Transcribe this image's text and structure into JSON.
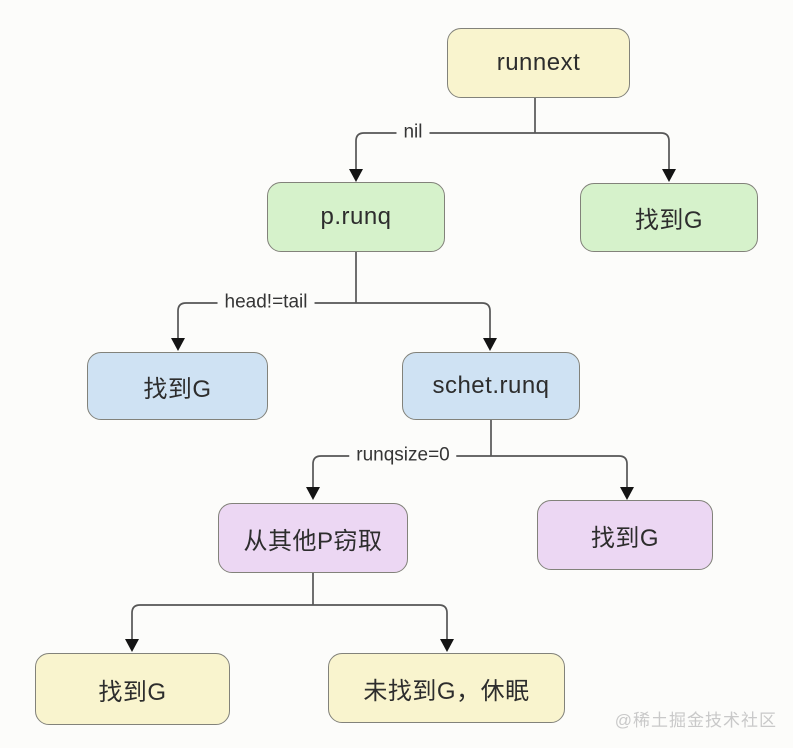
{
  "diagram": {
    "type": "flowchart",
    "palette": {
      "yellow": "#f9f4ce",
      "green": "#d6f2cb",
      "blue": "#cfe2f3",
      "purple": "#ecd7f3",
      "border": "#82827a",
      "line": "#565656",
      "arrow": "#141414",
      "background": "#fcfcfa"
    },
    "nodes": [
      {
        "id": "runnext",
        "label": "runnext",
        "color": "yellow"
      },
      {
        "id": "p-runq",
        "label": "p.runq",
        "color": "green"
      },
      {
        "id": "found-g-top",
        "label": "找到G",
        "color": "green"
      },
      {
        "id": "found-g-mid",
        "label": "找到G",
        "color": "blue"
      },
      {
        "id": "schet-runq",
        "label": "schet.runq",
        "color": "blue"
      },
      {
        "id": "steal-from-other-p",
        "label": "从其他P窃取",
        "color": "purple"
      },
      {
        "id": "found-g-right",
        "label": "找到G",
        "color": "purple"
      },
      {
        "id": "found-g-bottom",
        "label": "找到G",
        "color": "yellow"
      },
      {
        "id": "not-found-g-sleep",
        "label": "未找到G，休眠",
        "color": "yellow"
      }
    ],
    "edges": [
      {
        "from": "runnext",
        "to": "p-runq",
        "label": "nil"
      },
      {
        "from": "runnext",
        "to": "found-g-top",
        "label": ""
      },
      {
        "from": "p-runq",
        "to": "found-g-mid",
        "label": "head!=tail"
      },
      {
        "from": "p-runq",
        "to": "schet-runq",
        "label": ""
      },
      {
        "from": "schet-runq",
        "to": "steal-from-other-p",
        "label": "runqsize=0"
      },
      {
        "from": "schet-runq",
        "to": "found-g-right",
        "label": ""
      },
      {
        "from": "steal-from-other-p",
        "to": "found-g-bottom",
        "label": ""
      },
      {
        "from": "steal-from-other-p",
        "to": "not-found-g-sleep",
        "label": ""
      }
    ],
    "watermark": "@稀土掘金技术社区"
  }
}
